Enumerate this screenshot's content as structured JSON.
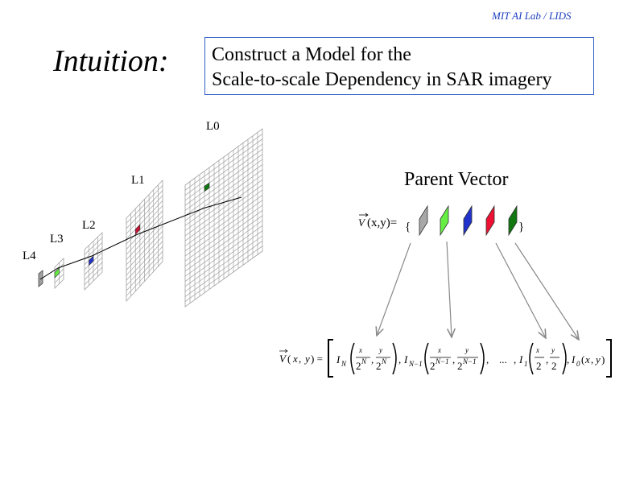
{
  "header": {
    "lab": "MIT AI Lab / LIDS"
  },
  "title": "Intuition:",
  "subtitle": {
    "line1": "Construct a Model for the",
    "line2": "Scale-to-scale Dependency in SAR imagery"
  },
  "pyramid": {
    "levels": [
      {
        "label": "L4",
        "highlight": "#a0a0a0"
      },
      {
        "label": "L3",
        "highlight": "#66ee44"
      },
      {
        "label": "L2",
        "highlight": "#2233cc"
      },
      {
        "label": "L1",
        "highlight": "#cc1133"
      },
      {
        "label": "L0",
        "highlight": "#117711"
      }
    ]
  },
  "parent_vector": {
    "title": "Parent Vector",
    "lhs": "(x,y)=",
    "lhs_symbol": "V",
    "open_brace": "{",
    "close_brace": "}",
    "swatches": [
      "#a8a8a8",
      "#66ee44",
      "#2233cc",
      "#ee1133",
      "#117711"
    ]
  },
  "formula": {
    "lhs": "V(x, y) =",
    "ellipsis": "...",
    "terms": [
      "I_N(x/2^N, y/2^N)",
      "I_{N-1}(x/2^{N-1}, y/2^{N-1})",
      "I_1(x/2, y/2)",
      "I_0(x, y)"
    ]
  },
  "colors": {
    "accent": "#3060c8",
    "arrow": "#888888",
    "grid": "#a0a0a0"
  }
}
